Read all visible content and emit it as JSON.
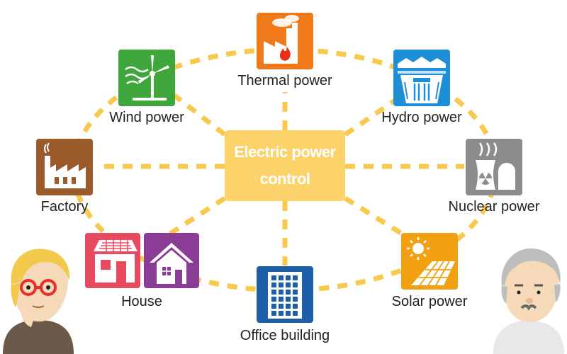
{
  "center": {
    "title_line1": "Electric power",
    "title_line2": "control"
  },
  "nodes": {
    "thermal": {
      "label": "Thermal power",
      "color": "#f07a1a",
      "icon": "factory-flame-icon"
    },
    "wind": {
      "label": "Wind power",
      "color": "#3ea63a",
      "icon": "wind-turbine-icon"
    },
    "hydro": {
      "label": "Hydro power",
      "color": "#1e8ed6",
      "icon": "dam-icon"
    },
    "factory": {
      "label": "Factory",
      "color": "#9a5a2a",
      "icon": "factory-icon"
    },
    "nuclear": {
      "label": "Nuclear power",
      "color": "#8c8c8c",
      "icon": "nuclear-plant-icon"
    },
    "house": {
      "label": "House",
      "color_1": "#e84a60",
      "color_2": "#8a3c96",
      "icon": "house-icon"
    },
    "solar": {
      "label": "Solar power",
      "color": "#f0a010",
      "icon": "solar-panel-icon"
    },
    "office": {
      "label": "Office building",
      "color": "#1f5fa8",
      "icon": "office-building-icon"
    }
  },
  "colors": {
    "connector": "#f8c94c",
    "center_fill": "#fbd36a",
    "center_text": "#ffffff"
  }
}
